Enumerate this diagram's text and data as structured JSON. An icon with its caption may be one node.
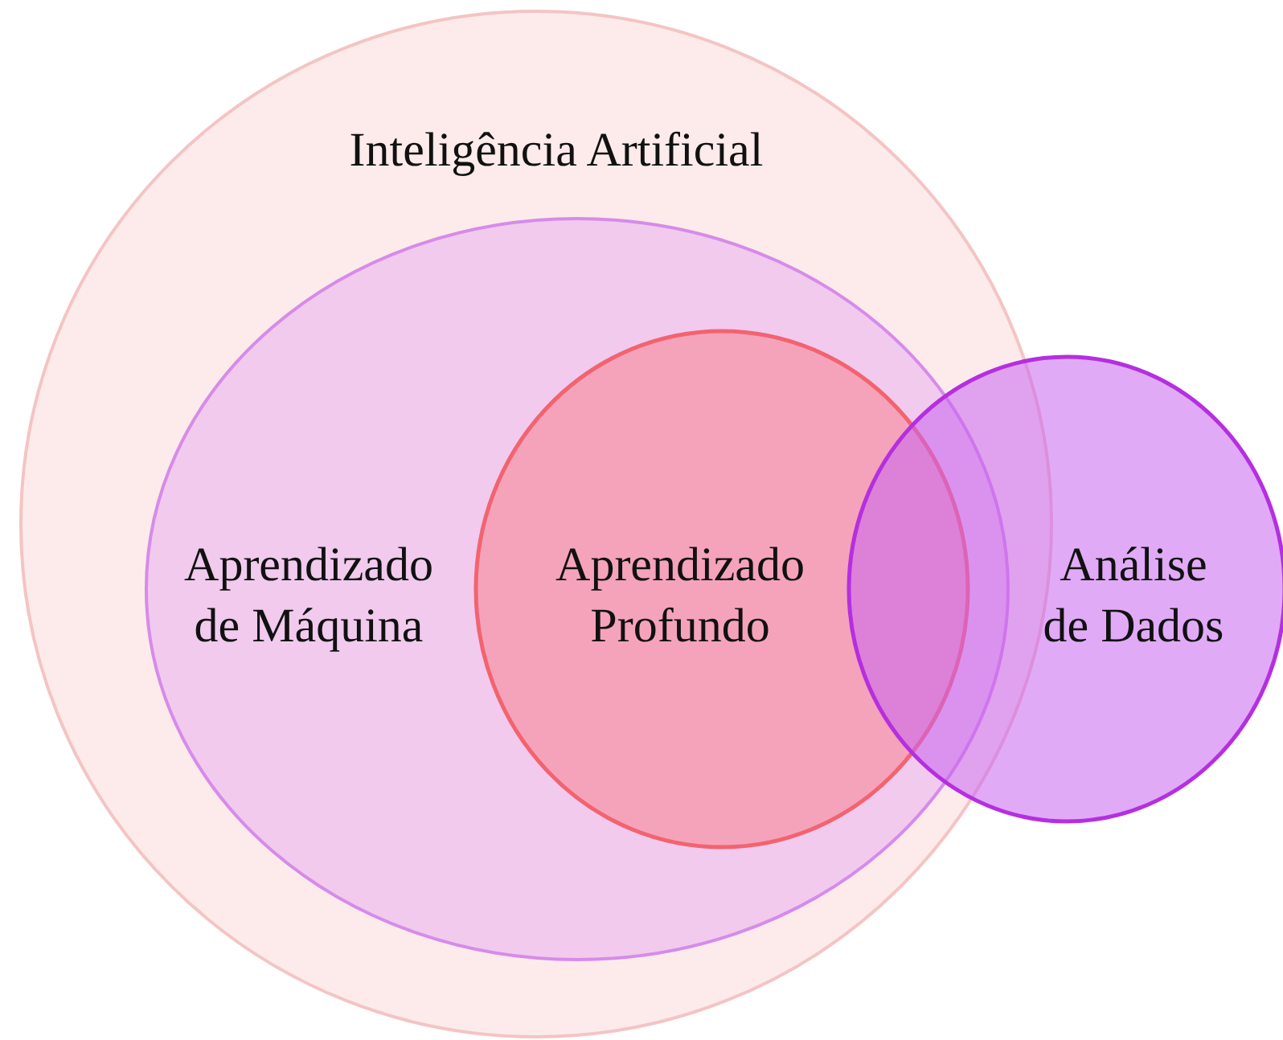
{
  "diagram": {
    "nodes": [
      {
        "text": [
          "Inteligência Artificial"
        ]
      },
      {
        "text": [
          "Aprendizado de Máquina"
        ],
        "in": 0
      },
      {
        "text": [
          "Aprendizado Profundo"
        ],
        "in": 1
      },
      {
        "text": [
          "Análise de Dados"
        ]
      }
    ]
  }
}
